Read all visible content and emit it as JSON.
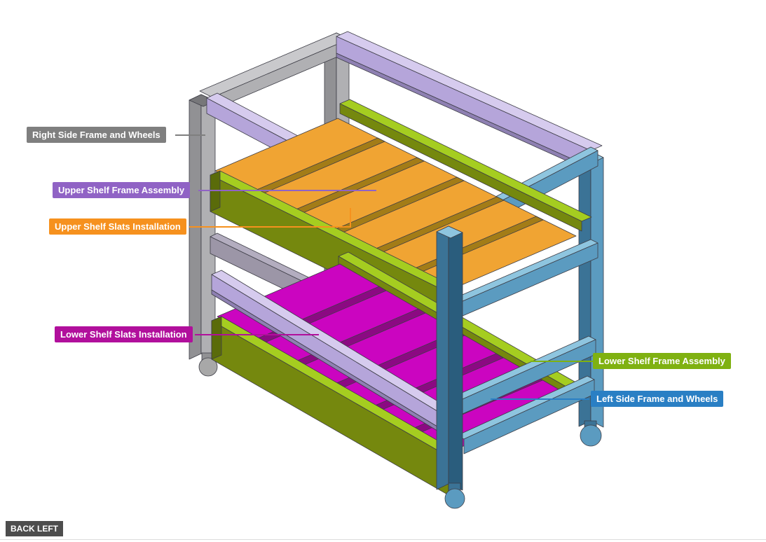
{
  "view_label": "BACK LEFT",
  "callouts": [
    {
      "id": "right-side-frame",
      "label": "Right Side Frame and Wheels",
      "color": "#7f7f7f"
    },
    {
      "id": "upper-shelf-frame",
      "label": "Upper Shelf Frame Assembly",
      "color": "#9063c5"
    },
    {
      "id": "upper-shelf-slats",
      "label": "Upper Shelf Slats Installation",
      "color": "#f6911e"
    },
    {
      "id": "lower-shelf-slats",
      "label": "Lower Shelf Slats Installation",
      "color": "#b10f9c"
    },
    {
      "id": "lower-shelf-frame",
      "label": "Lower Shelf Frame Assembly",
      "color": "#7fb111"
    },
    {
      "id": "left-side-frame",
      "label": "Left Side Frame and Wheels",
      "color": "#2a7fc4"
    }
  ],
  "view_tag_color": "#4d4d4d",
  "colors": {
    "gray_light": "#c9c9cc",
    "gray_face": "#b0b0b3",
    "gray_side": "#919194",
    "gray_dark": "#77777a",
    "lavender_top": "#d6cbee",
    "lavender_face": "#b5a5da",
    "lavender_dark": "#8e80b2",
    "green_top": "#a5cd20",
    "green_face": "#75880e",
    "green_dark": "#5a6b0a",
    "orange_slat": "#f0a433",
    "orange_gap": "#a37c17",
    "magenta_slat": "#cb05c0",
    "magenta_gap": "#8b0a82",
    "blue_top": "#8ec5df",
    "blue_face": "#5b9bc0",
    "blue_side": "#3b7396",
    "blue_dark": "#2a5d7d",
    "underrail": "#9c96a7",
    "underrail_top": "#b3adbf",
    "wheel_gray": "#a8a8a8",
    "wheel_blue": "#5b9bc0"
  }
}
